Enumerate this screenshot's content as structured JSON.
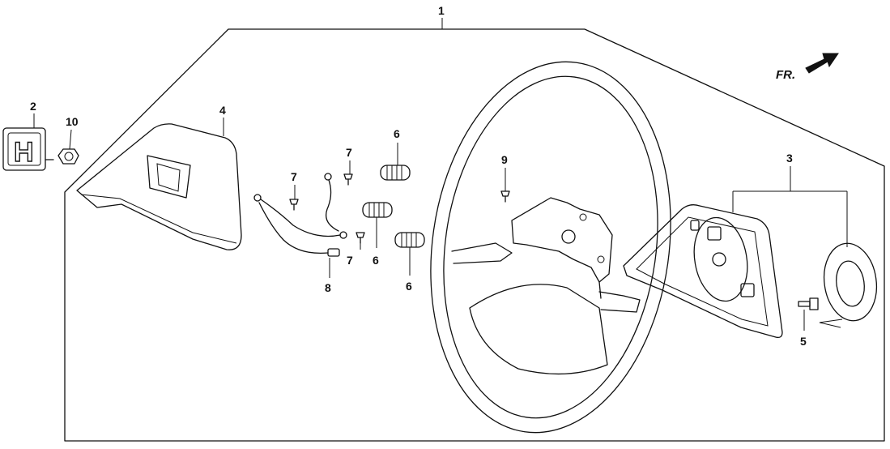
{
  "callouts": {
    "c1": "1",
    "c2": "2",
    "c3": "3",
    "c4": "4",
    "c5": "5",
    "c6a": "6",
    "c6b": "6",
    "c6c": "6",
    "c7a": "7",
    "c7b": "7",
    "c7c": "7",
    "c8": "8",
    "c9": "9",
    "c10": "10"
  },
  "direction": {
    "label": "FR.",
    "icon": "front-arrow-icon"
  },
  "emblem": {
    "letter": "H",
    "icon": "honda-emblem-icon"
  }
}
